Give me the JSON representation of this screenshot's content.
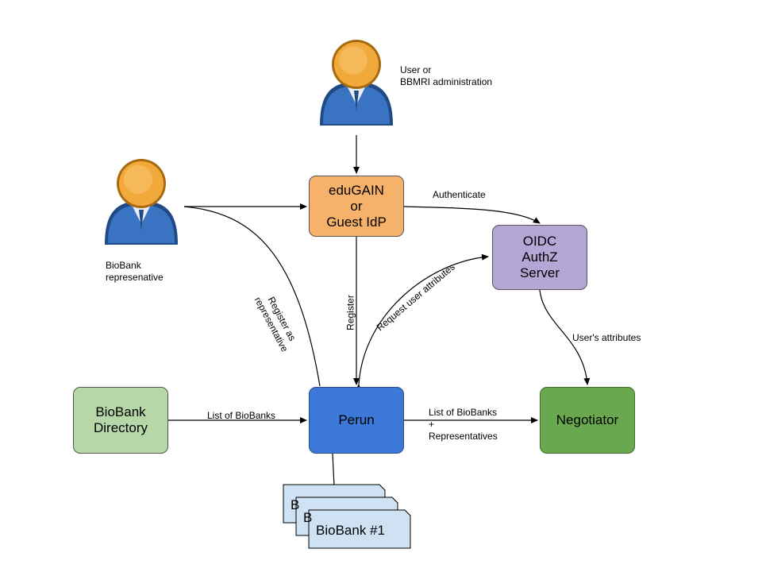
{
  "actors": {
    "user": "User or\nBBMRI administration",
    "biobank_rep": "BioBank\nrepresenative"
  },
  "nodes": {
    "edugain": "eduGAIN\nor\nGuest IdP",
    "oidc": "OIDC\nAuthZ\nServer",
    "perun": "Perun",
    "directory": "BioBank\nDirectory",
    "negotiator": "Negotiator",
    "biobank_back2": "B",
    "biobank_back1": "B",
    "biobank_front": "BioBank #1"
  },
  "edges": {
    "authenticate": "Authenticate",
    "register_as": "Register as\nrepresentative",
    "register": "Register",
    "request_attrs": "Request user attributes",
    "users_attrs": "User's attributes",
    "list_biobanks": "List of BioBanks",
    "list_reps": "List of BioBanks\n+\nRepresentatives"
  },
  "colors": {
    "edugain": "#f6b26b",
    "oidc": "#b4a7d6",
    "perun": "#3c78d8",
    "directory": "#b6d7a8",
    "negotiator": "#6aa84f",
    "biobank": "#cfe2f3",
    "person_body": "#2f5c9e",
    "person_head": "#f0a020"
  }
}
